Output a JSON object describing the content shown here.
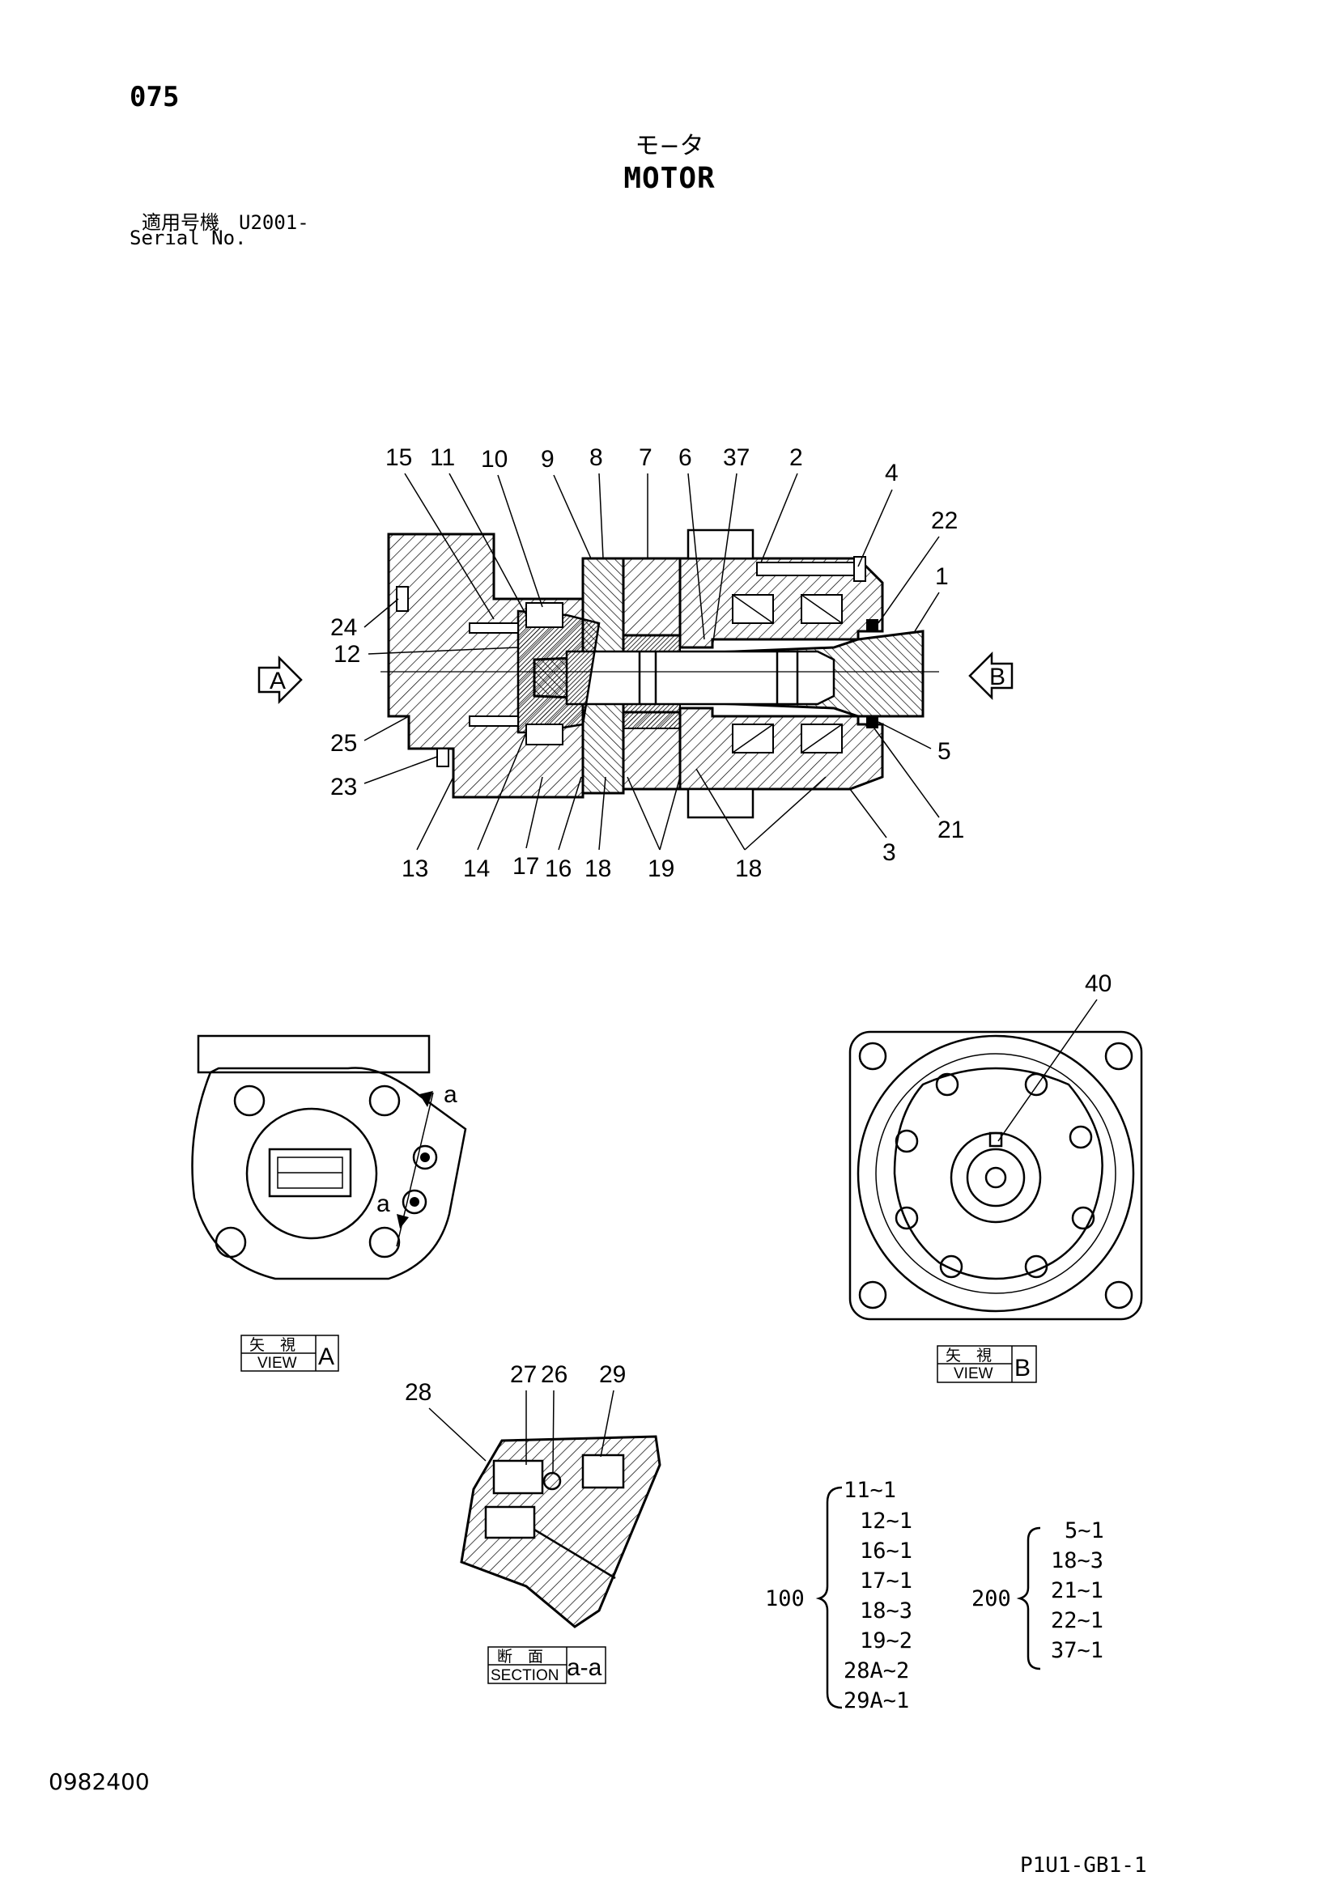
{
  "header": {
    "page_number": "075",
    "title_jp": "モ−タ",
    "title_en": "MOTOR",
    "serial_label_jp": "適用号機　U2001-",
    "serial_label_en": "Serial No."
  },
  "callouts_top": [
    "15",
    "11",
    "10",
    "9",
    "8",
    "7",
    "6",
    "37",
    "2",
    "4",
    "22",
    "1"
  ],
  "callouts_left": [
    "24",
    "12",
    "25",
    "23"
  ],
  "callouts_right": [
    "5",
    "21",
    "3"
  ],
  "callouts_bottom": [
    "13",
    "14",
    "17",
    "16",
    "18",
    "19",
    "18"
  ],
  "view_arrows": {
    "left": "A",
    "right": "B"
  },
  "view_a": {
    "jp": "矢　視",
    "en": "VIEW",
    "letter": "A",
    "mark": "a"
  },
  "view_b": {
    "jp": "矢　視",
    "en": "VIEW",
    "letter": "B",
    "callout": "40"
  },
  "section": {
    "jp": "断　面",
    "en": "SECTION",
    "letter": "a-a",
    "callouts": [
      "28",
      "27",
      "26",
      "29"
    ]
  },
  "kit_100": {
    "number": "100",
    "items": [
      "11~1",
      "12~1",
      "16~1",
      "17~1",
      "18~3",
      "19~2",
      "28A~2",
      "29A~1"
    ]
  },
  "kit_200": {
    "number": "200",
    "items": [
      "5~1",
      "18~3",
      "21~1",
      "22~1",
      "37~1"
    ]
  },
  "footer": {
    "doc_number": "0982400",
    "page_code": "P1U1-GB1-1"
  }
}
